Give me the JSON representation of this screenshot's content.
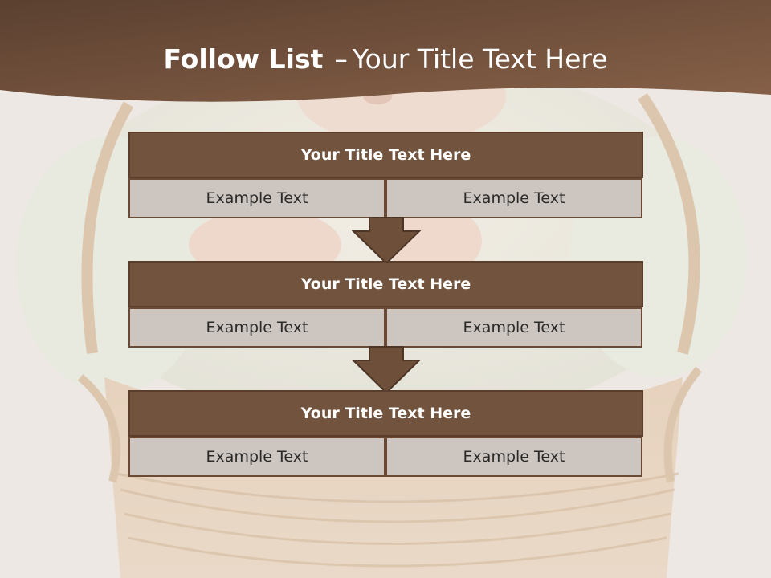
{
  "header": {
    "title_bold": "Follow List",
    "title_separator": "–",
    "title_rest": "Your Title Text Here",
    "band_color": "#6a4c37"
  },
  "steps": [
    {
      "title": "Your Title Text Here",
      "left_text": "Example Text",
      "right_text": "Example Text"
    },
    {
      "title": "Your Title Text Here",
      "left_text": "Example Text",
      "right_text": "Example Text"
    },
    {
      "title": "Your Title Text Here",
      "left_text": "Example Text",
      "right_text": "Example Text"
    }
  ],
  "colors": {
    "title_fill": "#72533d",
    "cell_fill": "#cdc5bf",
    "arrow_fill": "#6e4f39"
  }
}
